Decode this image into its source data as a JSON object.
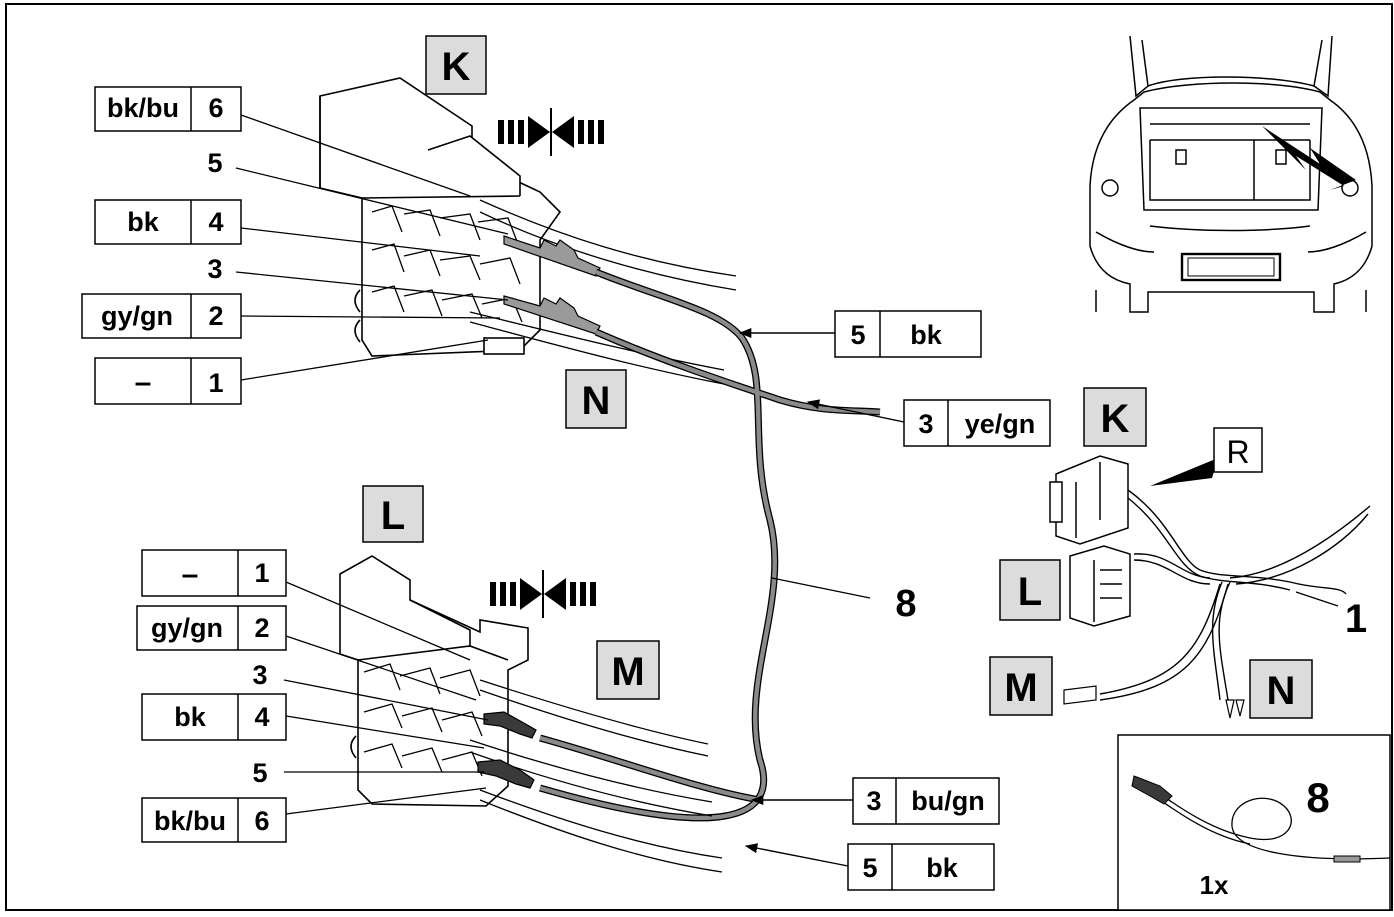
{
  "letter_boxes": {
    "k_top": "K",
    "n_top": "N",
    "l_mid": "L",
    "m_mid": "M",
    "k_right": "K",
    "r_right": "R",
    "l_right": "L",
    "m_right": "M",
    "n_right": "N"
  },
  "connector_k": {
    "pins": [
      {
        "color": "bk/bu",
        "num": "6"
      },
      {
        "num": "5"
      },
      {
        "color": "bk",
        "num": "4"
      },
      {
        "num": "3"
      },
      {
        "color": "gy/gn",
        "num": "2"
      },
      {
        "color": "–",
        "num": "1"
      }
    ],
    "callouts": [
      {
        "num": "5",
        "color": "bk"
      },
      {
        "num": "3",
        "color": "ye/gn"
      }
    ]
  },
  "connector_l": {
    "pins": [
      {
        "color": "–",
        "num": "1"
      },
      {
        "color": "gy/gn",
        "num": "2"
      },
      {
        "num": "3"
      },
      {
        "color": "bk",
        "num": "4"
      },
      {
        "num": "5"
      },
      {
        "color": "bk/bu",
        "num": "6"
      }
    ],
    "callouts": [
      {
        "num": "3",
        "color": "bu/gn"
      },
      {
        "num": "5",
        "color": "bk"
      }
    ]
  },
  "cable_label": "8",
  "harness_label": "1",
  "inset": {
    "number": "8",
    "quantity": "1x"
  }
}
